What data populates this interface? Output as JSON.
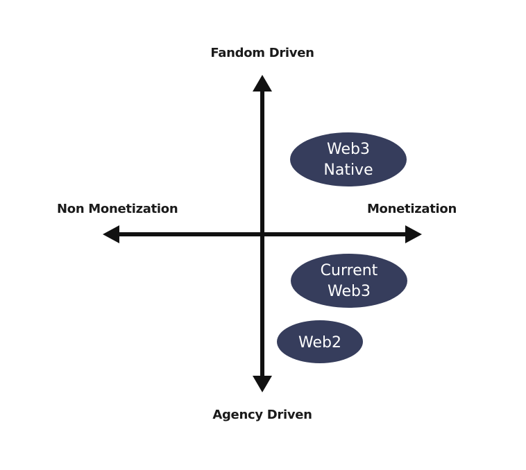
{
  "axes": {
    "top": "Fandom Driven",
    "bottom": "Agency Driven",
    "left": "Non Monetization",
    "right": "Monetization"
  },
  "colors": {
    "axis": "#111111",
    "bubble": "#363d5c",
    "bubble_text": "#ffffff"
  },
  "bubbles": [
    {
      "id": "web3-native",
      "lines": [
        "Web3",
        "Native"
      ]
    },
    {
      "id": "current-web3",
      "lines": [
        "Current",
        "Web3"
      ]
    },
    {
      "id": "web2",
      "lines": [
        "Web2"
      ]
    }
  ]
}
